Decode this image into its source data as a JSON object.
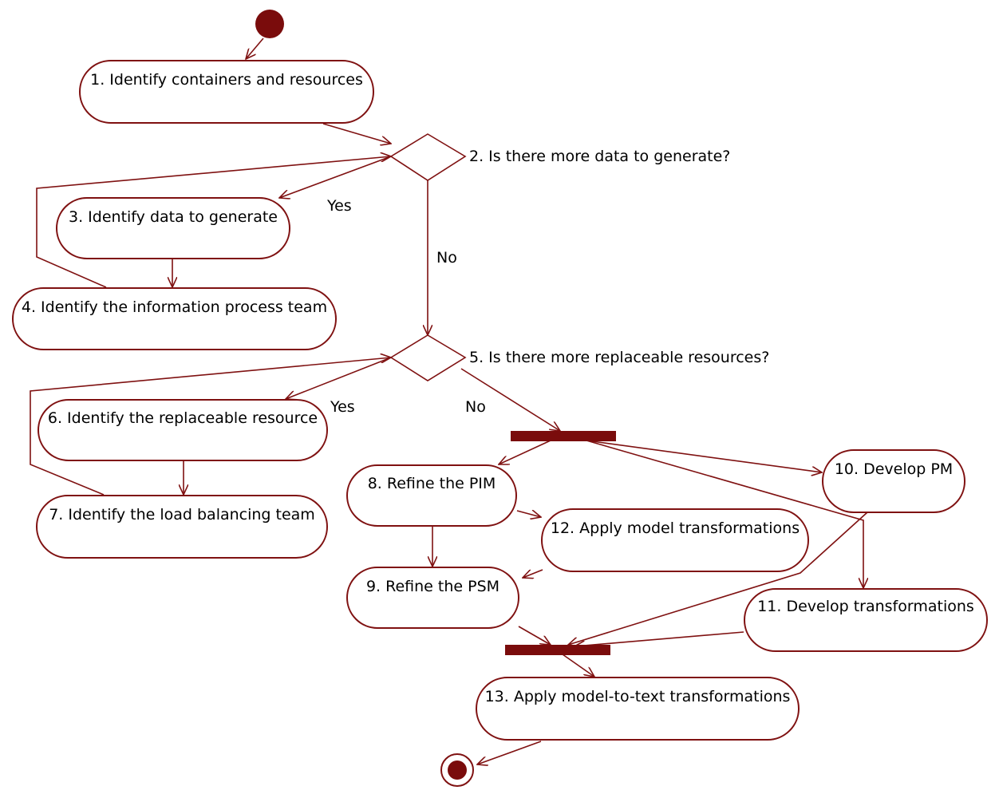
{
  "activities": {
    "a1": "1. Identify containers and resources",
    "a3": "3. Identify data to generate",
    "a4": "4. Identify the information process team",
    "a6": "6. Identify the replaceable resource",
    "a7": "7. Identify the load balancing team",
    "a8": "8. Refine the PIM",
    "a9": "9. Refine the PSM",
    "a10": "10. Develop PM",
    "a11": "11. Develop transformations",
    "a12": "12. Apply model transformations",
    "a13": "13. Apply model-to-text transformations"
  },
  "decisions": {
    "d2": "2. Is there more data to generate?",
    "d5": "5. Is there more replaceable resources?"
  },
  "guards": {
    "yes1": "Yes",
    "no1": "No",
    "yes2": "Yes",
    "no2": "No"
  },
  "colors": {
    "stroke": "#7f1111",
    "fill": "#7a0c0c",
    "text": "#000000"
  }
}
